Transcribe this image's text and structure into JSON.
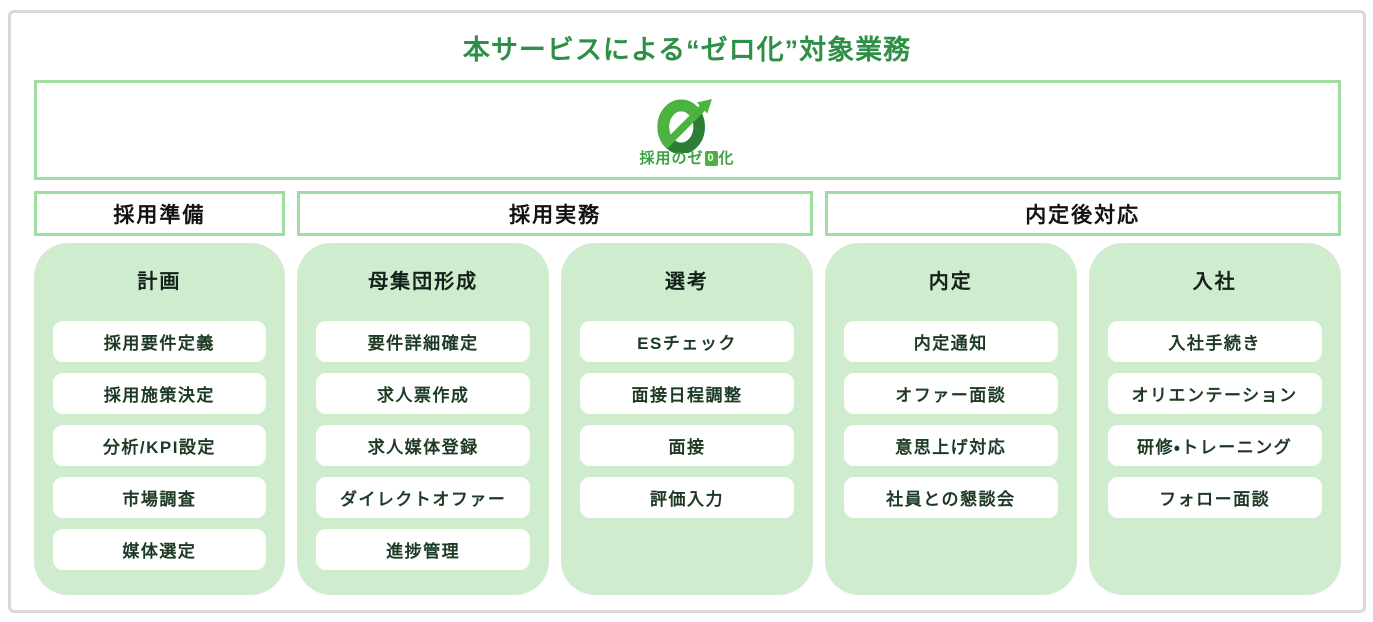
{
  "title": "本サービスによる“ゼロ化”対象業務",
  "logo": {
    "prefix": "採用のゼ",
    "zero": "0",
    "suffix": "化"
  },
  "phases": [
    {
      "label": "採用準備"
    },
    {
      "label": "採用実務"
    },
    {
      "label": "内定後対応"
    }
  ],
  "columns": [
    {
      "title": "計画",
      "items": [
        "採用要件定義",
        "採用施策決定",
        "分析/KPI設定",
        "市場調査",
        "媒体選定"
      ]
    },
    {
      "title": "母集団形成",
      "items": [
        "要件詳細確定",
        "求人票作成",
        "求人媒体登録",
        "ダイレクトオファー",
        "進捗管理"
      ]
    },
    {
      "title": "選考",
      "items": [
        "ESチェック",
        "面接日程調整",
        "面接",
        "評価入力"
      ]
    },
    {
      "title": "内定",
      "items": [
        "内定通知",
        "オファー面談",
        "意思上げ対応",
        "社員との懇談会"
      ]
    },
    {
      "title": "入社",
      "items": [
        "入社手続き",
        "オリエンテーション",
        "研修・トレーニング",
        "フォロー面談"
      ]
    }
  ],
  "colors": {
    "title_green": "#2e9047",
    "border_green": "#9edd9f",
    "column_background": "#cfeccf",
    "logo_bright_green": "#4cb341",
    "logo_dark_green": "#2c7e37",
    "frame_gray": "#d9d9d9"
  }
}
